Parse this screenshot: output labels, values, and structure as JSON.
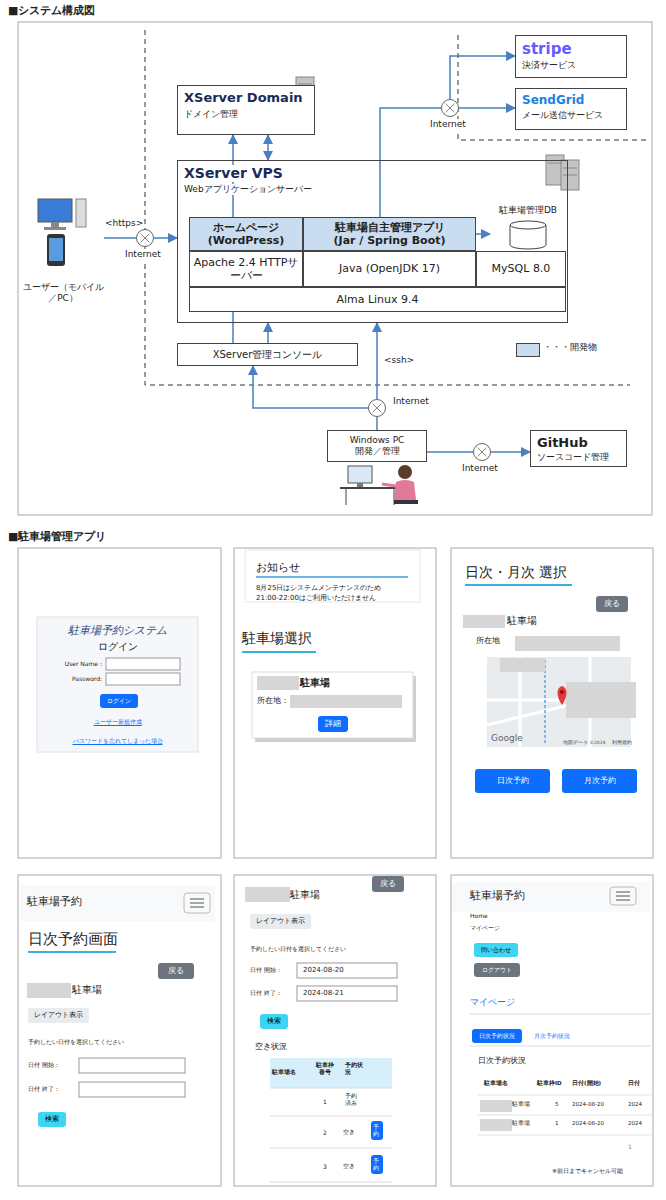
{
  "diagram": {
    "title": "■システム構成図",
    "nodes": [
      {
        "text": [
          "XServer Domain",
          "ドメイン管理"
        ]
      },
      {
        "text": [
          "stripe",
          "決済サービス"
        ]
      },
      {
        "text": [
          "SendGrid",
          "メール送信サービス"
        ]
      },
      {
        "text": [
          "Internet"
        ]
      },
      {
        "text": [
          "ユーザー（モバイル／PC）"
        ]
      },
      {
        "text": [
          "Internet"
        ]
      },
      {
        "text": [
          "XServer VPS",
          "Webアプリケーションサーバー"
        ]
      },
      {
        "text": [
          "ホームページ (WordPress)"
        ],
        "in": 6
      },
      {
        "text": [
          "駐車場自主管理アプリ (Jar / Spring Boot)"
        ],
        "in": 6
      },
      {
        "text": [
          "駐車場管理DB"
        ],
        "in": 6
      },
      {
        "text": [
          "Apache 2.4 HTTPサーバー"
        ],
        "in": 6
      },
      {
        "text": [
          "Java (OpenJDK 17)"
        ],
        "in": 6
      },
      {
        "text": [
          "MySQL 8.0"
        ],
        "in": 6
      },
      {
        "text": [
          "Alma Linux 9.4"
        ],
        "in": 6
      },
      {
        "text": [
          "XServer管理コンソール"
        ]
      },
      {
        "text": [
          "Internet"
        ]
      },
      {
        "text": [
          "Windows PC",
          "開発／管理"
        ]
      },
      {
        "text": [
          "Internet"
        ]
      },
      {
        "text": [
          "GitHub",
          "ソースコード管理"
        ]
      }
    ],
    "edges": [
      {
        "from": 4,
        "to": 5,
        "arrow": "none",
        "label": "<https>"
      },
      {
        "from": 5,
        "to": 6,
        "arrow": "to"
      },
      {
        "from": 0,
        "to": 6,
        "arrow": "both"
      },
      {
        "from": 8,
        "to": 9,
        "arrow": "to"
      },
      {
        "from": 8,
        "to": 3,
        "arrow": "none"
      },
      {
        "from": 3,
        "to": 1,
        "arrow": "to"
      },
      {
        "from": 3,
        "to": 2,
        "arrow": "to"
      },
      {
        "from": 16,
        "to": 15,
        "arrow": "none"
      },
      {
        "from": 15,
        "to": 14,
        "arrow": "to"
      },
      {
        "from": 14,
        "to": 0,
        "arrow": "to"
      },
      {
        "from": 14,
        "to": 6,
        "arrow": "to"
      },
      {
        "from": 15,
        "to": 6,
        "arrow": "to",
        "label": "<ssh>"
      },
      {
        "from": 16,
        "to": 17,
        "arrow": "none"
      },
      {
        "from": 17,
        "to": 18,
        "arrow": "to"
      }
    ],
    "labels": [
      "■駐車場管理アプリ",
      "駐車場予約システム",
      "ログイン",
      "User Name :",
      "Password:",
      "ログイン",
      "ユーザー新規作成",
      "パスワードを忘れてしまった場合",
      "お知らせ",
      "8月25日はシステムメンテナンスのため 21:00-22:00はご利用いただけません",
      "駐車場選択",
      "駐車場",
      "所在地：",
      "詳細",
      "日次・月次 選択",
      "戻る",
      "駐車場",
      "所在地",
      "Google",
      "地図データ ©2024",
      "利用規約",
      "日次予約",
      "月次予約",
      "駐車場予約",
      "日次予約画面",
      "戻る",
      "駐車場",
      "レイアウト表示",
      "予約したい日付を選択してください",
      "日付 開始：",
      "日付 終了：",
      "検索",
      "戻る",
      "駐車場",
      "レイアウト表示",
      "予約したい日付を選択してください",
      "日付 開始：",
      "2024-08-20",
      "日付 終了：",
      "2024-08-21",
      "検索",
      "空き状況",
      "駐車場名",
      "駐車枠番号",
      "予約状況",
      "1",
      "予約済み",
      "2",
      "空き",
      "予約",
      "3",
      "空き",
      "予約",
      "駐車場予約",
      "Home",
      "マイページ",
      "問い合わせ",
      "ログアウト",
      "マイページ",
      "日次予約状況",
      "月次予約状況",
      "日次予約状況",
      "駐車場名",
      "駐車枠ID",
      "日付(開始)",
      "日付",
      "駐車場",
      "5",
      "2024-08-20",
      "2024",
      "駐車場",
      "1",
      "2024-08-20",
      "2024",
      "1",
      "※前日までキャンセル可能"
    ],
    "legend": [
      {
        "text": "・・・開発物",
        "color": "#c9dcf0"
      }
    ]
  }
}
